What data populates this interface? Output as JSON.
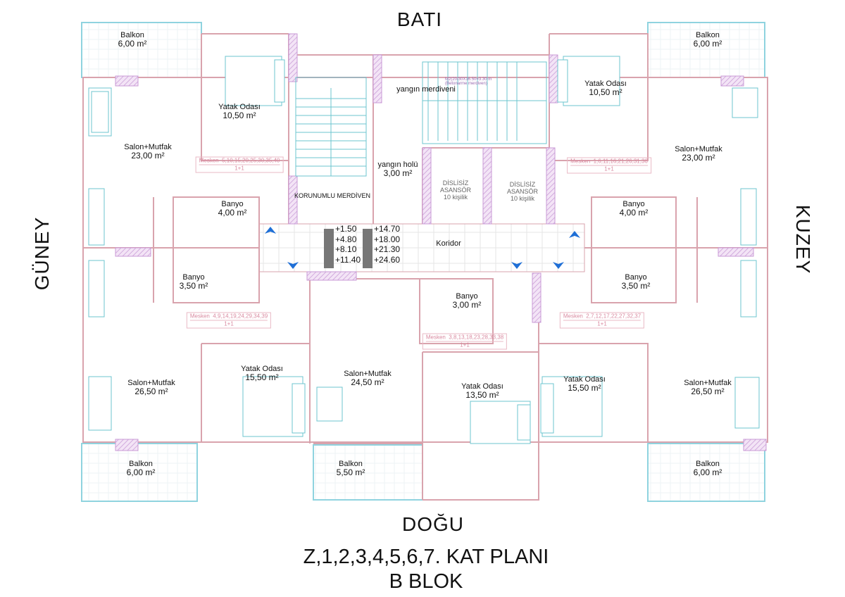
{
  "compass": {
    "west": "BATI",
    "east": "DOĞU",
    "south": "GÜNEY",
    "north": "KUZEY"
  },
  "title": {
    "line1": "Z,1,2,3,4,5,6,7. KAT PLANI",
    "line2": "B BLOK"
  },
  "rooms": {
    "balkon_tl": {
      "name": "Balkon",
      "area": "6,00 m²"
    },
    "yatak_tl": {
      "name": "Yatak Odası",
      "area": "10,50 m²"
    },
    "salon_tl": {
      "name": "Salon+Mutfak",
      "area": "23,00 m²"
    },
    "banyo_l1": {
      "name": "Banyo",
      "area": "4,00 m²"
    },
    "banyo_l2": {
      "name": "Banyo",
      "area": "3,50 m²"
    },
    "salon_bl": {
      "name": "Salon+Mutfak",
      "area": "26,50 m²"
    },
    "yatak_bl": {
      "name": "Yatak Odası",
      "area": "15,50 m²"
    },
    "balkon_bl": {
      "name": "Balkon",
      "area": "6,00 m²"
    },
    "salon_bc": {
      "name": "Salon+Mutfak",
      "area": "24,50 m²"
    },
    "balkon_bc": {
      "name": "Balkon",
      "area": "5,50 m²"
    },
    "yatak_bc": {
      "name": "Yatak Odası",
      "area": "13,50 m²"
    },
    "banyo_c": {
      "name": "Banyo",
      "area": "3,00 m²"
    },
    "yatak_br": {
      "name": "Yatak Odası",
      "area": "15,50 m²"
    },
    "salon_br": {
      "name": "Salon+Mutfak",
      "area": "26,50 m²"
    },
    "balkon_br": {
      "name": "Balkon",
      "area": "6,00 m²"
    },
    "banyo_r2": {
      "name": "Banyo",
      "area": "3,50 m²"
    },
    "banyo_r1": {
      "name": "Banyo",
      "area": "4,00 m²"
    },
    "salon_tr": {
      "name": "Salon+Mutfak",
      "area": "23,00 m²"
    },
    "yatak_tr": {
      "name": "Yatak Odası",
      "area": "10,50 m²"
    },
    "balkon_tr": {
      "name": "Balkon",
      "area": "6,00 m²"
    },
    "yangin_merdiveni": {
      "name": "yangın merdiveni"
    },
    "yangin_holu": {
      "name": "yangın holü",
      "area": "3,00 m²"
    },
    "koridor": {
      "name": "Koridor"
    }
  },
  "stairs": {
    "protected": "KORUNUMLU MERDİVEN",
    "note1": "M2(20/30X16.50=3.30 m",
    "note2": "(Betonarme merdiven)"
  },
  "elevators": [
    {
      "line1": "DİSLİSİZ",
      "line2": "ASANSÖR",
      "line3": "10 kişilik"
    },
    {
      "line1": "DİSLİSİZ",
      "line2": "ASANSÖR",
      "line3": "10 kişilik"
    }
  ],
  "elevations": {
    "left": [
      "+1.50",
      "+4.80",
      "+8.10",
      "+11.40"
    ],
    "right": [
      "+14.70",
      "+18.00",
      "+21.30",
      "+24.60"
    ]
  },
  "units": [
    {
      "label": "Mesken",
      "numbers": "5,10,15,20,25,30,35,40",
      "type": "1+1"
    },
    {
      "label": "Mesken",
      "numbers": "1,6,11,16,21,26,31,36",
      "type": "1+1"
    },
    {
      "label": "Mesken",
      "numbers": "4,9,14,19,24,29,34,39",
      "type": "1+1"
    },
    {
      "label": "Mesken",
      "numbers": "2,7,12,17,22,27,32,37",
      "type": "1+1"
    },
    {
      "label": "Mesken",
      "numbers": "3,8,13,18,23,28,33,38",
      "type": "1+1"
    }
  ],
  "colors": {
    "wall": "#d9a3ad",
    "furniture": "#6cc5cf",
    "column": "#c89ad6",
    "arrow": "#1f6fd6",
    "mesken": "#d98aa0"
  }
}
